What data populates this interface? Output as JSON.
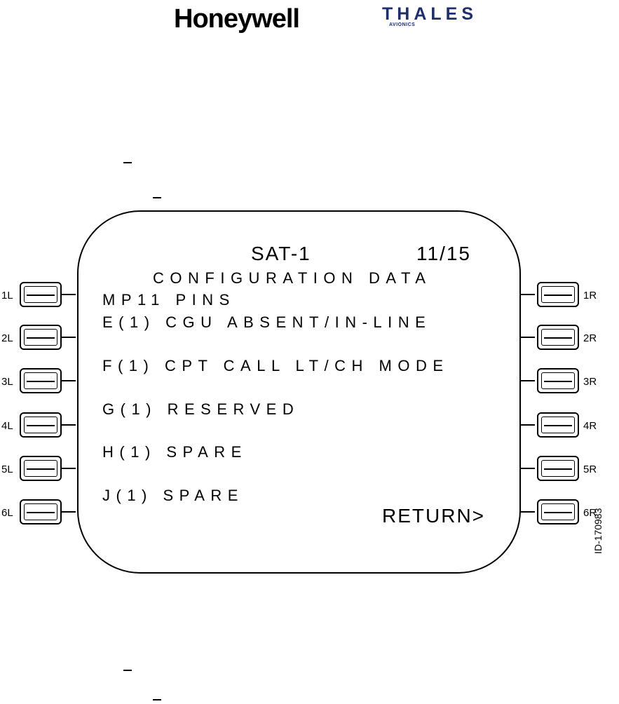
{
  "logos": {
    "honeywell": "Honeywell",
    "thales": "THALES",
    "thales_sub": "AVIONICS",
    "thales_color": "#1f2f6b"
  },
  "screen": {
    "title": "SAT-1",
    "page": "11/15",
    "subtitle": "CONFIGURATION DATA",
    "heading": "MP11 PINS",
    "lines": [
      "E(1) CGU ABSENT/IN-LINE",
      "F(1) CPT CALL LT/CH MODE",
      "G(1) RESERVED",
      "H(1) SPARE",
      "J(1) SPARE"
    ],
    "return_label": "RETURN>"
  },
  "lsk_left": [
    "1L",
    "2L",
    "3L",
    "4L",
    "5L",
    "6L"
  ],
  "lsk_right": [
    "1R",
    "2R",
    "3R",
    "4R",
    "5R",
    "6R"
  ],
  "doc_id": "ID-170983"
}
